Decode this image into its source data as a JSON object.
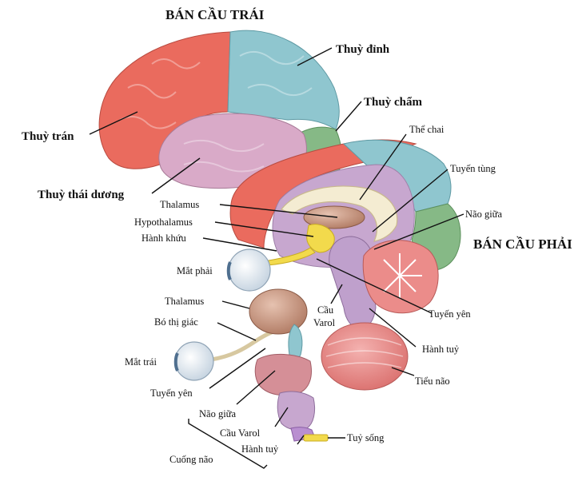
{
  "headings": {
    "left_hemisphere": "BÁN CẦU TRÁI",
    "right_hemisphere": "BÁN CẦU PHẢI"
  },
  "lobes": {
    "frontal": "Thuỳ trán",
    "parietal": "Thuỳ đỉnh",
    "occipital": "Thuỳ chẩm",
    "temporal": "Thuỳ thái dương"
  },
  "midsagittal": {
    "corpus_callosum": "Thể chai",
    "pineal": "Tuyến tùng",
    "thalamus": "Thalamus",
    "hypothalamus": "Hypothalamus",
    "olfactory_bulb": "Hành khứu",
    "midbrain": "Não giữa",
    "right_eye": "Mắt phải",
    "pituitary": "Tuyến yên",
    "pons_line1": "Cầu",
    "pons_line2": "Varol",
    "medulla": "Hành tuỷ"
  },
  "brainstem": {
    "thalamus": "Thalamus",
    "optic_tract": "Bó thị giác",
    "left_eye": "Mắt trái",
    "pituitary": "Tuyến yên",
    "midbrain": "Não giữa",
    "pons": "Cầu Varol",
    "medulla": "Hành tuỷ",
    "spinal_cord": "Tuỷ sống",
    "cerebellum": "Tiểu não",
    "brainstem_group": "Cuống não"
  },
  "colors": {
    "frontal": "#ea6b5e",
    "parietal": "#8fc6cf",
    "occipital": "#86b986",
    "temporal": "#d9aac8",
    "thalamus": "#c8957d",
    "cerebellum": "#eb8c8a",
    "brainstem": "#bfa0cc",
    "hypothalamus": "#f2da4c",
    "eye": "#e8f0f6"
  }
}
